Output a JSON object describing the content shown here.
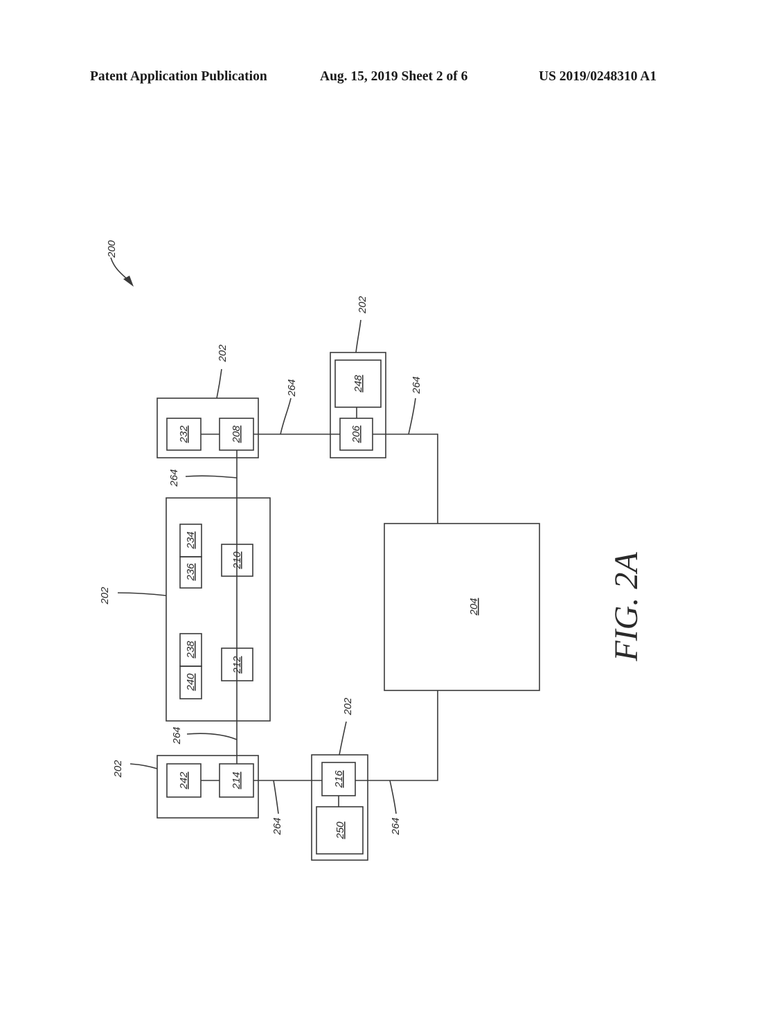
{
  "header": {
    "publication": "Patent Application Publication",
    "date_sheet": "Aug. 15, 2019  Sheet 2 of 6",
    "number": "US 2019/0248310 A1"
  },
  "figure": {
    "caption": "FIG. 2A",
    "system_label": "200",
    "labels": {
      "n202": "202",
      "n204": "204",
      "n206": "206",
      "n208": "208",
      "n210": "210",
      "n212": "212",
      "n214": "214",
      "n216": "216",
      "n232": "232",
      "n234": "234",
      "n236": "236",
      "n238": "238",
      "n240": "240",
      "n242": "242",
      "n248": "248",
      "n250": "250",
      "n264": "264"
    }
  },
  "colors": {
    "line": "#3a3a3a",
    "text": "#2a2a2a"
  }
}
